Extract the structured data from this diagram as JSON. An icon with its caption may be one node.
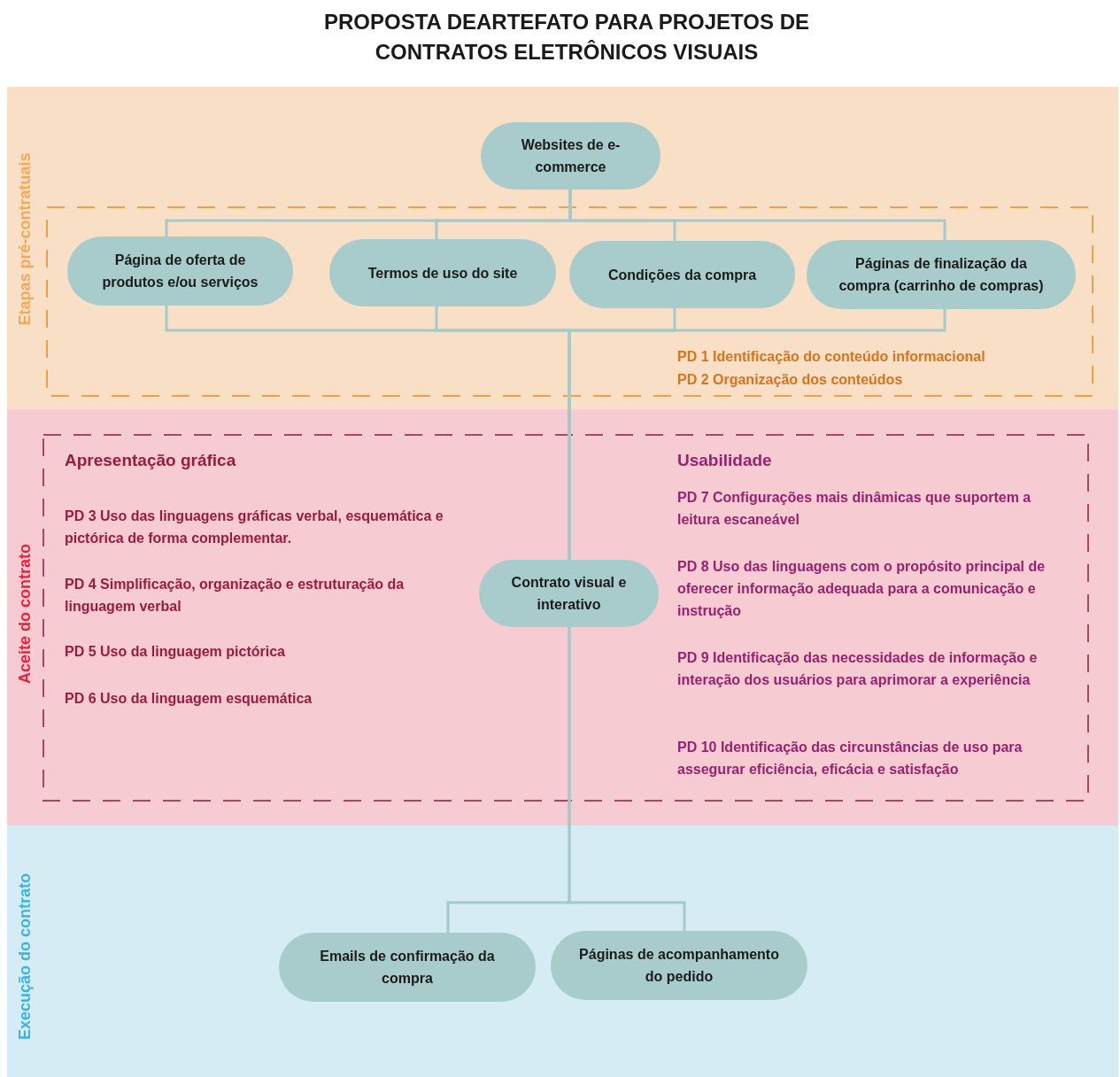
{
  "diagram": {
    "title": "PROPOSTA DEARTEFATO PARA PROJETOS DE CONTRATOS ELETRÔNICOS VISUAIS",
    "nodes": [
      {
        "text": [
          "Etapas pré-contratuais"
        ]
      },
      {
        "text": [
          "PD 1 Identificação do conteúdo informacional",
          "PD 2 Organização dos conteúdos"
        ],
        "in": 0
      },
      {
        "text": [
          "Websites de e-commerce"
        ],
        "in": 0
      },
      {
        "text": [
          "Página de oferta de produtos e/ou serviços"
        ],
        "in": 1
      },
      {
        "text": [
          "Termos de uso do site"
        ],
        "in": 1
      },
      {
        "text": [
          "Condições da compra"
        ],
        "in": 1
      },
      {
        "text": [
          "Páginas de finalização da compra (carrinho de compras)"
        ],
        "in": 1
      },
      {
        "text": [
          "Aceite do contrato"
        ]
      },
      {
        "text": [
          "Apresentação gráfica",
          "PD 3 Uso das linguagens gráficas verbal, esquemática e pictórica de forma complementar.",
          "PD 4 Simplificação, organização e estruturação da linguagem verbal",
          "PD 5 Uso da linguagem pictórica",
          "PD 6 Uso da linguagem esquemática",
          "Usabilidade",
          "PD 7 Configurações mais dinâmicas que suportem a leitura escaneável",
          "PD 8 Uso das linguagens com o propósito principal de oferecer informação adequada para a comunicação e instrução",
          "PD 9 Identificação das necessidades de informação e interação dos usuários para aprimorar a experiência",
          "PD 10 Identificação das circunstâncias de uso para assegurar eficiência, eficácia e satisfação"
        ],
        "in": 7
      },
      {
        "text": [
          "Contrato visual e interativo"
        ],
        "in": 8
      },
      {
        "text": [
          "Execução do contrato"
        ]
      },
      {
        "text": [
          "Emails de confirmação da compra"
        ],
        "in": 10
      },
      {
        "text": [
          "Páginas de acompanhamento do pedido"
        ],
        "in": 10
      }
    ],
    "edges": [
      {
        "from": 2,
        "to": 3,
        "arrow": "none"
      },
      {
        "from": 2,
        "to": 4,
        "arrow": "none"
      },
      {
        "from": 2,
        "to": 5,
        "arrow": "none"
      },
      {
        "from": 2,
        "to": 6,
        "arrow": "none"
      },
      {
        "from": 3,
        "to": 9,
        "arrow": "none"
      },
      {
        "from": 4,
        "to": 9,
        "arrow": "none"
      },
      {
        "from": 5,
        "to": 9,
        "arrow": "none"
      },
      {
        "from": 6,
        "to": 9,
        "arrow": "none"
      },
      {
        "from": 9,
        "to": 11,
        "arrow": "none"
      },
      {
        "from": 9,
        "to": 12,
        "arrow": "none"
      }
    ]
  }
}
